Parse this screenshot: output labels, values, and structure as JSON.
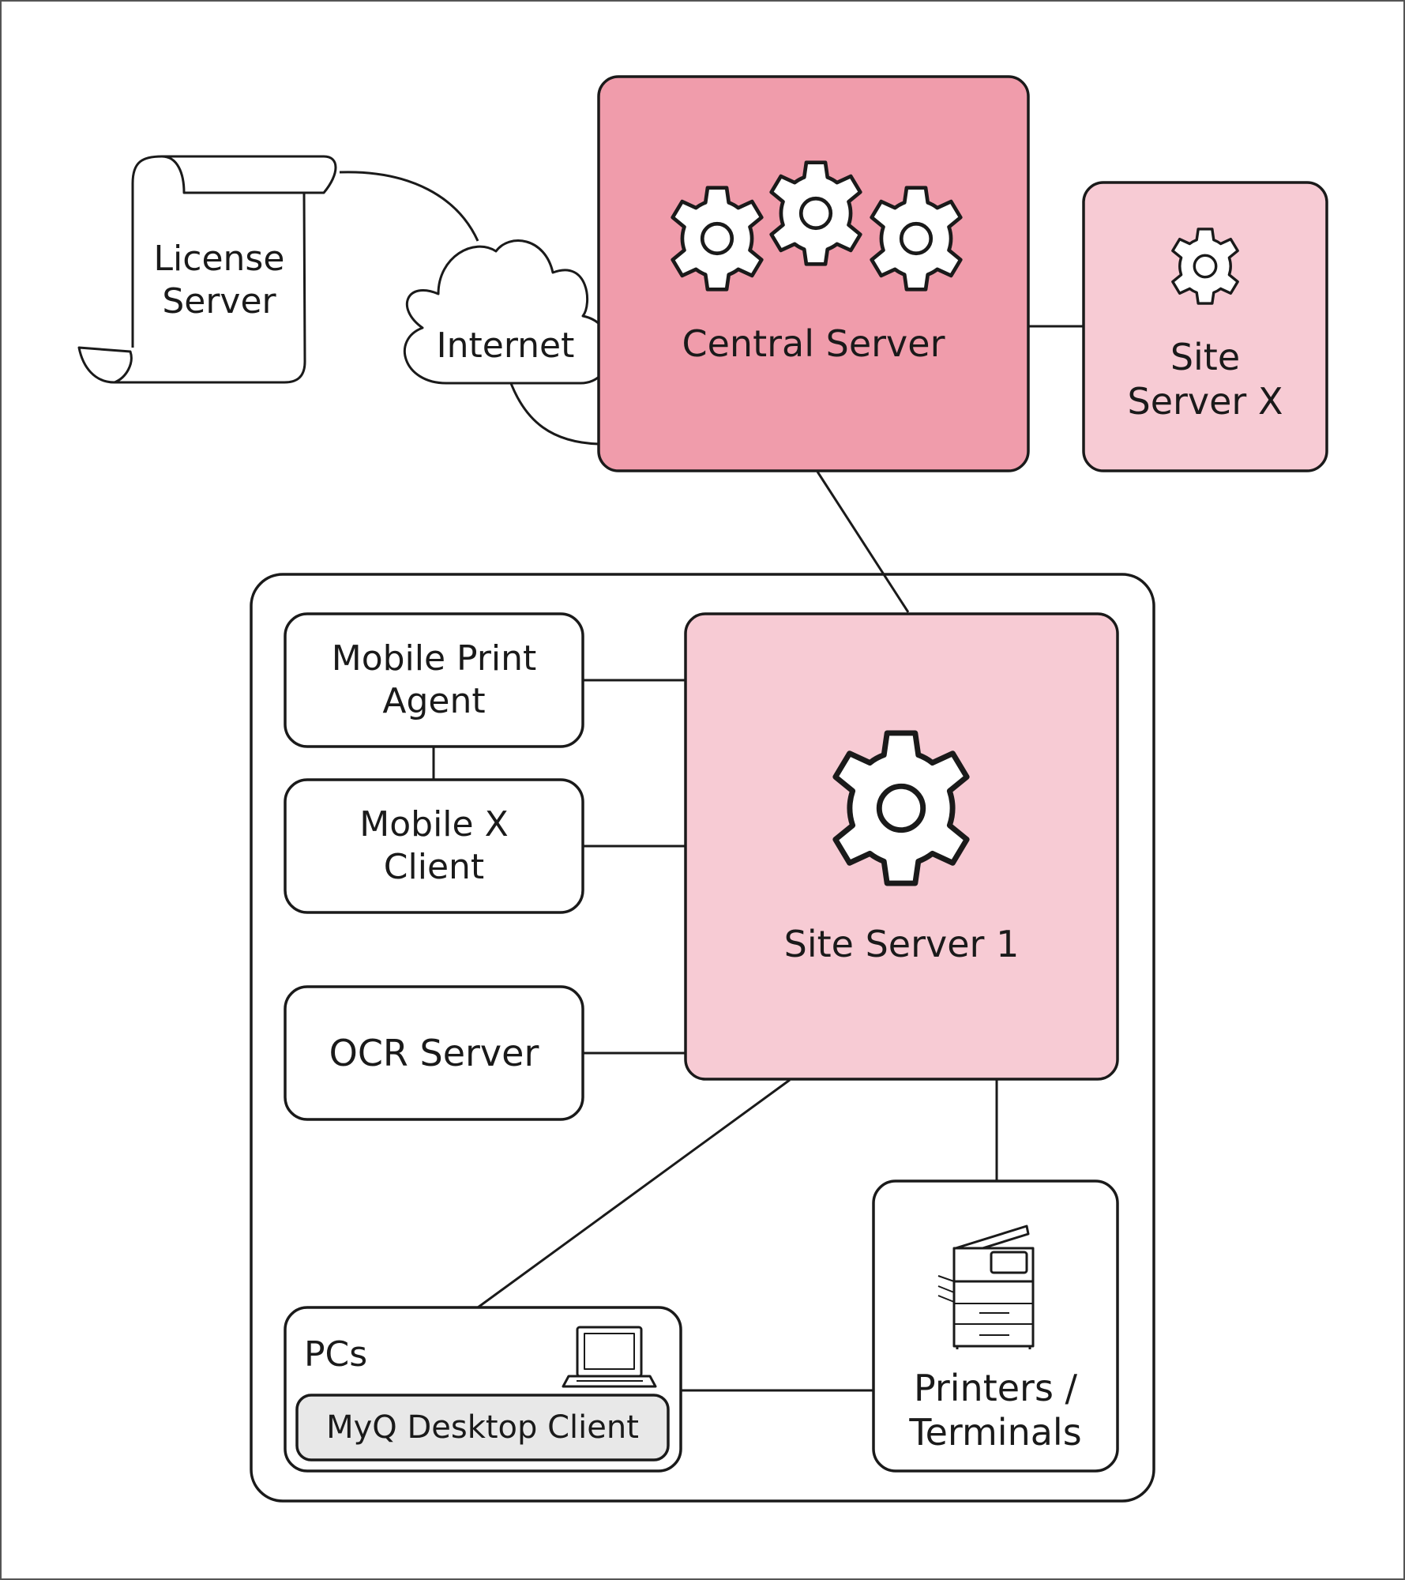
{
  "colors": {
    "central_fill": "#f09cab",
    "site_fill": "#f7cbd4",
    "plain_fill": "#ffffff",
    "client_fill": "#e8e8e8",
    "stroke": "#1a1a1a"
  },
  "nodes": {
    "license_server": {
      "line1": "License",
      "line2": "Server"
    },
    "internet": {
      "label": "Internet"
    },
    "central_server": {
      "label": "Central Server"
    },
    "site_server_x": {
      "line1": "Site",
      "line2": "Server X"
    },
    "mobile_print_agent": {
      "line1": "Mobile Print",
      "line2": "Agent"
    },
    "mobile_x_client": {
      "line1": "Mobile X",
      "line2": "Client"
    },
    "ocr_server": {
      "label": "OCR Server"
    },
    "site_server_1": {
      "label": "Site Server 1"
    },
    "pcs": {
      "label": "PCs"
    },
    "myq_desktop_client": {
      "label": "MyQ Desktop Client"
    },
    "printers_terminals": {
      "line1": "Printers /",
      "line2": "Terminals"
    }
  },
  "icons": {
    "central_server": [
      "gear-icon",
      "gear-icon",
      "gear-icon"
    ],
    "site_server_x": "gear-icon",
    "site_server_1": "gear-icon",
    "pcs": "laptop-icon",
    "printers_terminals": "printer-icon",
    "license_server": "scroll-icon",
    "internet": "cloud-icon"
  }
}
